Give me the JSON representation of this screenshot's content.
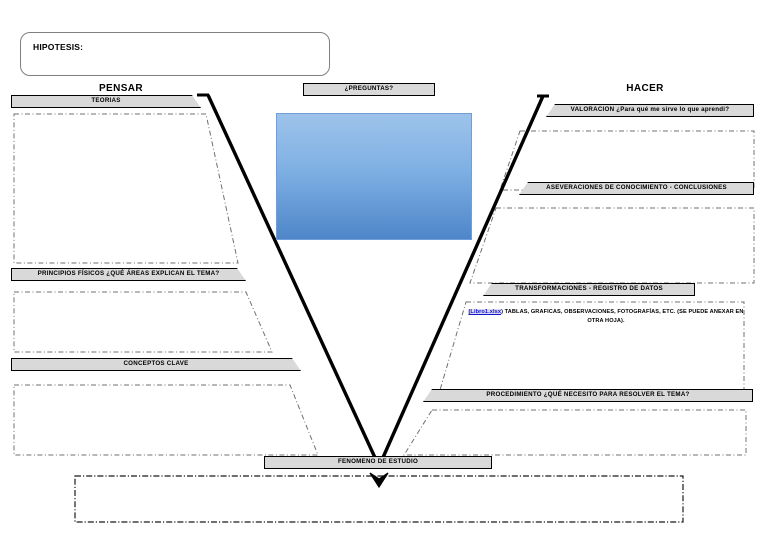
{
  "document": {
    "type": "v-de-gowin-diagram",
    "title": "HIPOTESIS:"
  },
  "hypothesis": {
    "label": "HIPOTESIS:",
    "value": ""
  },
  "columns": {
    "left_title": "PENSAR",
    "center_title": "¿PREGUNTAS?",
    "right_title": "HACER"
  },
  "left_banners": [
    {
      "id": "teorias",
      "label": "TEORIAS"
    },
    {
      "id": "principios",
      "label": "PRINCIPIOS FÍSICOS ¿QUÉ ÁREAS EXPLICAN EL TEMA?"
    },
    {
      "id": "conceptos",
      "label": "CONCEPTOS CLAVE"
    }
  ],
  "right_banners": [
    {
      "id": "valoracion",
      "label": "VALORACION ¿Para qué me sirve lo que aprendi?"
    },
    {
      "id": "aseveraciones",
      "label": "ASEVERACIONES DE CONOCIMIENTO - CONCLUSIONES"
    },
    {
      "id": "transformaciones",
      "label": "TRANSFORMACIONES - REGISTRO DE DATOS"
    },
    {
      "id": "procedimiento",
      "label": "PROCEDIMIENTO ¿QUÉ NECESITO PARA RESOLVER EL TEMA?"
    }
  ],
  "bottom_banner": {
    "id": "fenomeno",
    "label": "FENOMENO DE ESTUDIO"
  },
  "transformations_note": {
    "prefix": "(",
    "link": "Libro1.xlsx",
    "text": ") TABLAS, GRAFICAS, OBSERVACIONES, FOTOGRAFÍAS, ETC. (SE PUEDE ANEXAR EN OTRA HOJA)."
  },
  "answer_areas": {
    "left": [
      "teorias-answer-area",
      "principios-answer-area",
      "conceptos-answer-area"
    ],
    "right": [
      "valoracion-answer-area",
      "aseveraciones-answer-area",
      "transformaciones-answer-area",
      "procedimiento-answer-area"
    ],
    "bottom": "fenomeno-answer-area"
  },
  "colors": {
    "banner_fill": "#d9d9d9",
    "banner_stroke": "#000000",
    "blue_top": "#9dc3ea",
    "blue_bottom": "#4e86c9",
    "link": "#1414c8",
    "dashed_stroke": "#606060",
    "page_background": "#ffffff"
  }
}
